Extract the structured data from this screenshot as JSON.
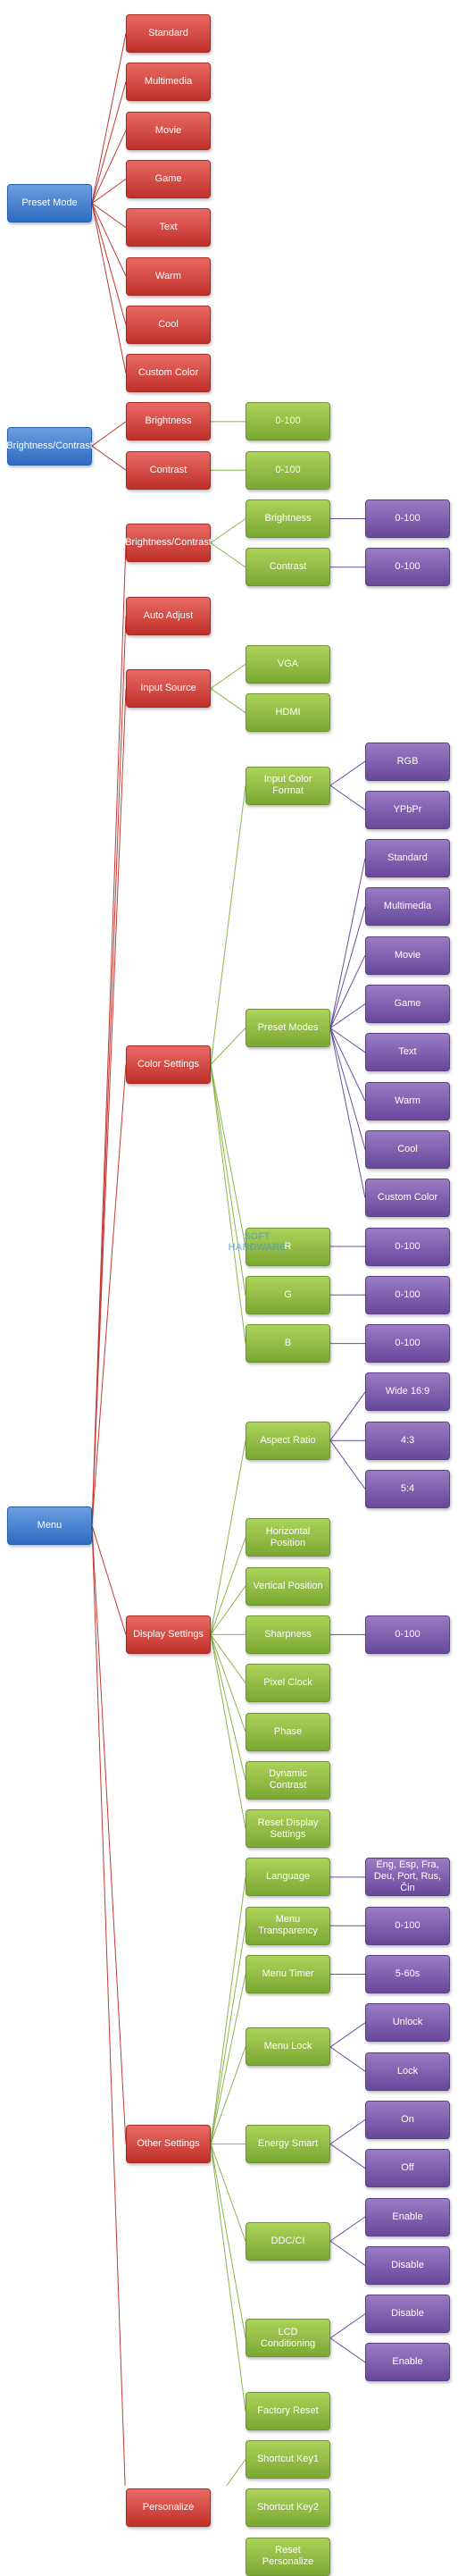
{
  "colors": {
    "root": "#3f7bd1",
    "level1": "#d0423b",
    "level2": "#8fbd42",
    "level3": "#7d5fb2",
    "edge_red": "#c23a33",
    "edge_green": "#8ab84a",
    "edge_purple": "#6b4fa3"
  },
  "watermark": "HARDWARE",
  "trees": [
    {
      "id": "preset",
      "label": "Preset Mode",
      "children": [
        {
          "label": "Standard"
        },
        {
          "label": "Multimedia"
        },
        {
          "label": "Movie"
        },
        {
          "label": "Game"
        },
        {
          "label": "Text"
        },
        {
          "label": "Warm"
        },
        {
          "label": "Cool"
        },
        {
          "label": "Custom Color"
        }
      ]
    },
    {
      "id": "brightness",
      "label": "Brightness/Contrast",
      "children": [
        {
          "label": "Brightness",
          "children": [
            {
              "label": "0-100"
            }
          ]
        },
        {
          "label": "Contrast",
          "children": [
            {
              "label": "0-100"
            }
          ]
        }
      ]
    },
    {
      "id": "menu",
      "label": "Menu",
      "children": [
        {
          "label": "Brightness/Contrast",
          "children": [
            {
              "label": "Brightness",
              "children": [
                {
                  "label": "0-100"
                }
              ]
            },
            {
              "label": "Contrast",
              "children": [
                {
                  "label": "0-100"
                }
              ]
            }
          ]
        },
        {
          "label": "Auto Adjust"
        },
        {
          "label": "Input Source",
          "children": [
            {
              "label": "VGA"
            },
            {
              "label": "HDMI"
            }
          ]
        },
        {
          "label": "Color Settings",
          "children": [
            {
              "label": "Input Color Format",
              "children": [
                {
                  "label": "RGB"
                },
                {
                  "label": "YPbPr"
                }
              ]
            },
            {
              "label": "Preset Modes",
              "children": [
                {
                  "label": "Standard"
                },
                {
                  "label": "Multimedia"
                },
                {
                  "label": "Movie"
                },
                {
                  "label": "Game"
                },
                {
                  "label": "Text"
                },
                {
                  "label": "Warm"
                },
                {
                  "label": "Cool"
                },
                {
                  "label": "Custom Color"
                }
              ]
            },
            {
              "label": "R",
              "children": [
                {
                  "label": "0-100"
                }
              ]
            },
            {
              "label": "G",
              "children": [
                {
                  "label": "0-100"
                }
              ]
            },
            {
              "label": "B",
              "children": [
                {
                  "label": "0-100"
                }
              ]
            }
          ]
        },
        {
          "label": "Display Settings",
          "children": [
            {
              "label": "Aspect Ratio",
              "children": [
                {
                  "label": "Wide 16:9"
                },
                {
                  "label": "4:3"
                },
                {
                  "label": "5:4"
                }
              ]
            },
            {
              "label": "Horizontal Position"
            },
            {
              "label": "Vertical Position"
            },
            {
              "label": "Sharpness",
              "children": [
                {
                  "label": "0-100"
                }
              ]
            },
            {
              "label": "Pixel Clock"
            },
            {
              "label": "Phase"
            },
            {
              "label": "Dynamic Contrast"
            },
            {
              "label": "Reset Display Settings"
            }
          ]
        },
        {
          "label": "Other Settings",
          "children": [
            {
              "label": "Language",
              "children": [
                {
                  "label": "Eng, Esp, Fra, Deu, Port, Rus, Čin"
                }
              ]
            },
            {
              "label": "Menu Transparency",
              "children": [
                {
                  "label": "0-100"
                }
              ]
            },
            {
              "label": "Menu Timer",
              "children": [
                {
                  "label": "5-60s"
                }
              ]
            },
            {
              "label": "Menu Lock",
              "children": [
                {
                  "label": "Unlock"
                },
                {
                  "label": "Lock"
                }
              ]
            },
            {
              "label": "Energy Smart",
              "children": [
                {
                  "label": "On"
                },
                {
                  "label": "Off"
                }
              ]
            },
            {
              "label": "DDC/CI",
              "children": [
                {
                  "label": "Enable"
                },
                {
                  "label": "Disable"
                }
              ]
            },
            {
              "label": "LCD Conditioning",
              "children": [
                {
                  "label": "Disable"
                },
                {
                  "label": "Enable"
                }
              ]
            },
            {
              "label": "Factory Reset"
            }
          ]
        },
        {
          "label": "Personalize",
          "children": [
            {
              "label": "Shortcut Key1"
            },
            {
              "label": "Shortcut Key2"
            },
            {
              "label": "Reset Personalize"
            }
          ]
        }
      ]
    }
  ]
}
